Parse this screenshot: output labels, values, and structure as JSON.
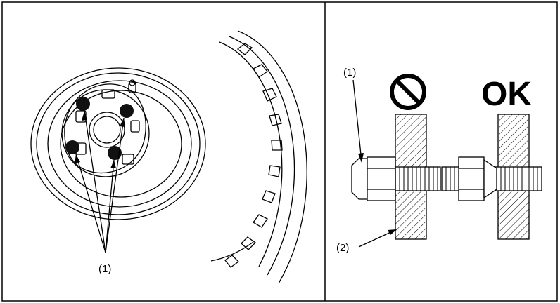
{
  "left_panel": {
    "callout": "(1)"
  },
  "right_panel": {
    "callout_nut": "(1)",
    "callout_hub": "(2)",
    "wrong_symbol": "prohibited-icon",
    "ok_label": "OK"
  }
}
